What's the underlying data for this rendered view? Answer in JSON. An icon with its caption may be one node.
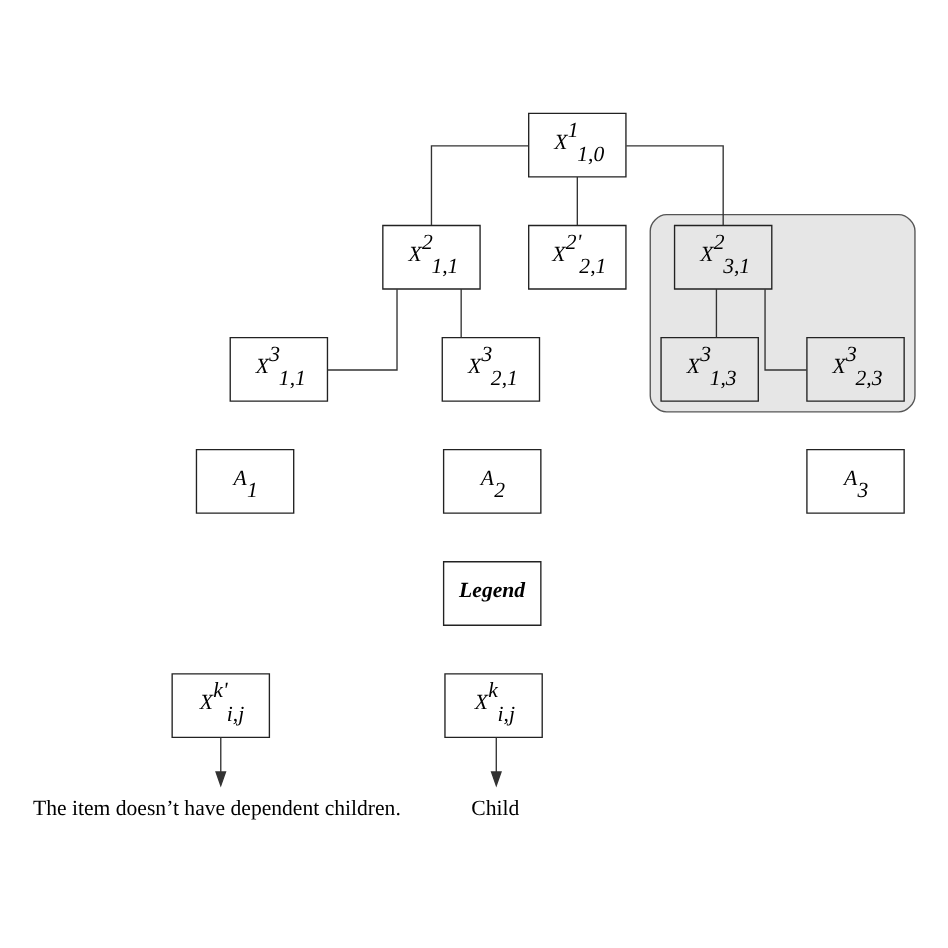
{
  "diagram": {
    "nodes": [
      {
        "text": [
          "X$^{1}$$_{1,0}$"
        ]
      },
      {
        "text": [
          "X$^{2}$$_{1,1}$"
        ]
      },
      {
        "text": [
          "X$^{2'}$$_{2,1}$"
        ]
      },
      {
        "text": [],
        "shape": "box"
      },
      {
        "text": [
          "X$^{2}$$_{3,1}$"
        ],
        "in": 3
      },
      {
        "text": [
          "X$^{3}$$_{1,1}$"
        ]
      },
      {
        "text": [
          "X$^{3}$$_{2,1}$"
        ]
      },
      {
        "text": [
          "X$^{3}$$_{1,3}$"
        ],
        "in": 3
      },
      {
        "text": [
          "X$^{3}$$_{2,3}$"
        ],
        "in": 3
      },
      {
        "text": [
          "A$_{1}$"
        ]
      },
      {
        "text": [
          "A$_{2}$"
        ]
      },
      {
        "text": [
          "A$_{3}$"
        ]
      },
      {
        "text": [
          "Legend"
        ]
      },
      {
        "text": [
          "The item doesn’t have dependent children."
        ]
      },
      {
        "text": [
          "X$^{k'}$$_{i,j}$"
        ]
      },
      {
        "text": [
          "X$^{k}$$_{i,j}$"
        ]
      },
      {
        "text": [
          "Child"
        ]
      }
    ],
    "edges": [
      {
        "from": 0,
        "to": 1,
        "arrow": "none"
      },
      {
        "from": 0,
        "to": 2,
        "arrow": "none"
      },
      {
        "from": 0,
        "to": 4,
        "arrow": "none"
      },
      {
        "from": 1,
        "to": 5,
        "arrow": "none"
      },
      {
        "from": 1,
        "to": 6,
        "arrow": "none"
      },
      {
        "from": 4,
        "to": 7,
        "arrow": "none"
      },
      {
        "from": 4,
        "to": 8,
        "arrow": "none"
      },
      {
        "from": 14,
        "to": 13,
        "arrow": "to"
      },
      {
        "from": 15,
        "to": 16,
        "arrow": "to"
      }
    ]
  }
}
